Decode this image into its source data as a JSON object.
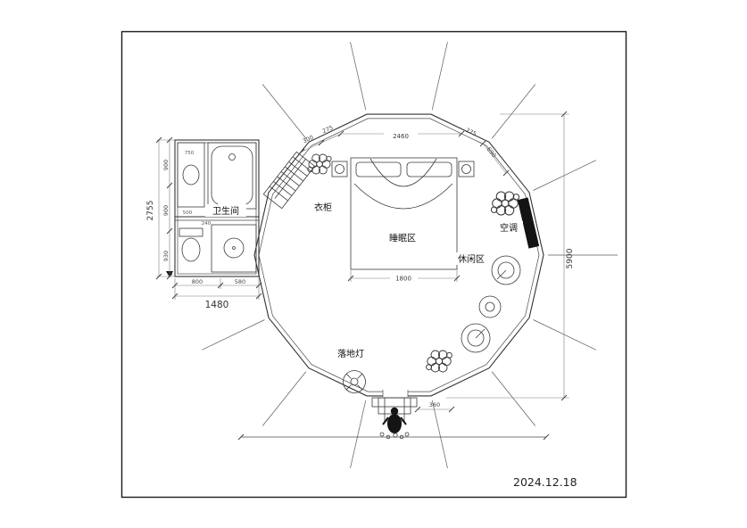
{
  "drawing": {
    "date": "2024.12.18",
    "labels": {
      "bathroom": "卫生间",
      "wardrobe": "衣柜",
      "sleeping_area": "睡眠区",
      "leisure_area": "休闲区",
      "air_conditioner": "空调",
      "floor_lamp": "落地灯"
    },
    "dimensions": {
      "overall_height": "5900",
      "annex_total_height": "2755",
      "annex_total_width": "1480",
      "annex_left_chain": [
        "900",
        "900",
        "930"
      ],
      "annex_bottom_chain": [
        "800",
        "580"
      ],
      "annex_inner": [
        "750",
        "500",
        "240",
        "900"
      ],
      "top_chain": [
        "300",
        "275",
        "2460",
        "275",
        "690"
      ],
      "bed_width": "1800",
      "entry_width": "360"
    }
  }
}
